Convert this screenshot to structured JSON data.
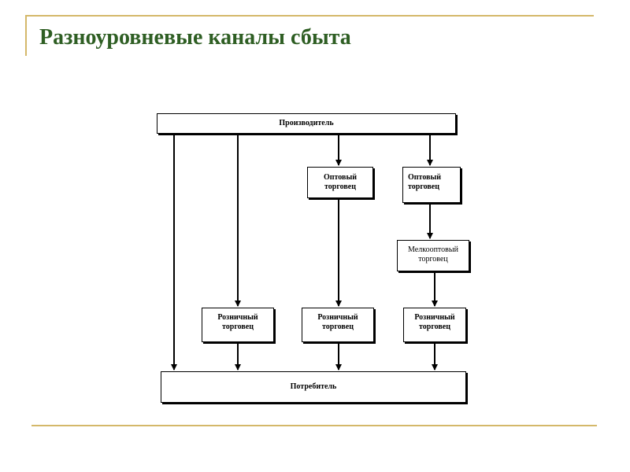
{
  "slide": {
    "title": "Разноуровневые каналы сбыта"
  },
  "diagram": {
    "producer": "Производитель",
    "wholesaler_1_line1": "Оптовый",
    "wholesaler_1_line2": "торговец",
    "wholesaler_2_line1": "Оптовый",
    "wholesaler_2_line2": "торговец",
    "small_wholesaler_line1": "Мелкооптовый",
    "small_wholesaler_line2": "торговец",
    "retailer_1_line1": "Розничный",
    "retailer_1_line2": "торговец",
    "retailer_2_line1": "Розничный",
    "retailer_2_line2": "торговец",
    "retailer_3_line1": "Розничный",
    "retailer_3_line2": "торговец",
    "consumer": "Потребитель"
  },
  "colors": {
    "title": "#2e5e23",
    "decor_lines": "#d4b86a"
  }
}
